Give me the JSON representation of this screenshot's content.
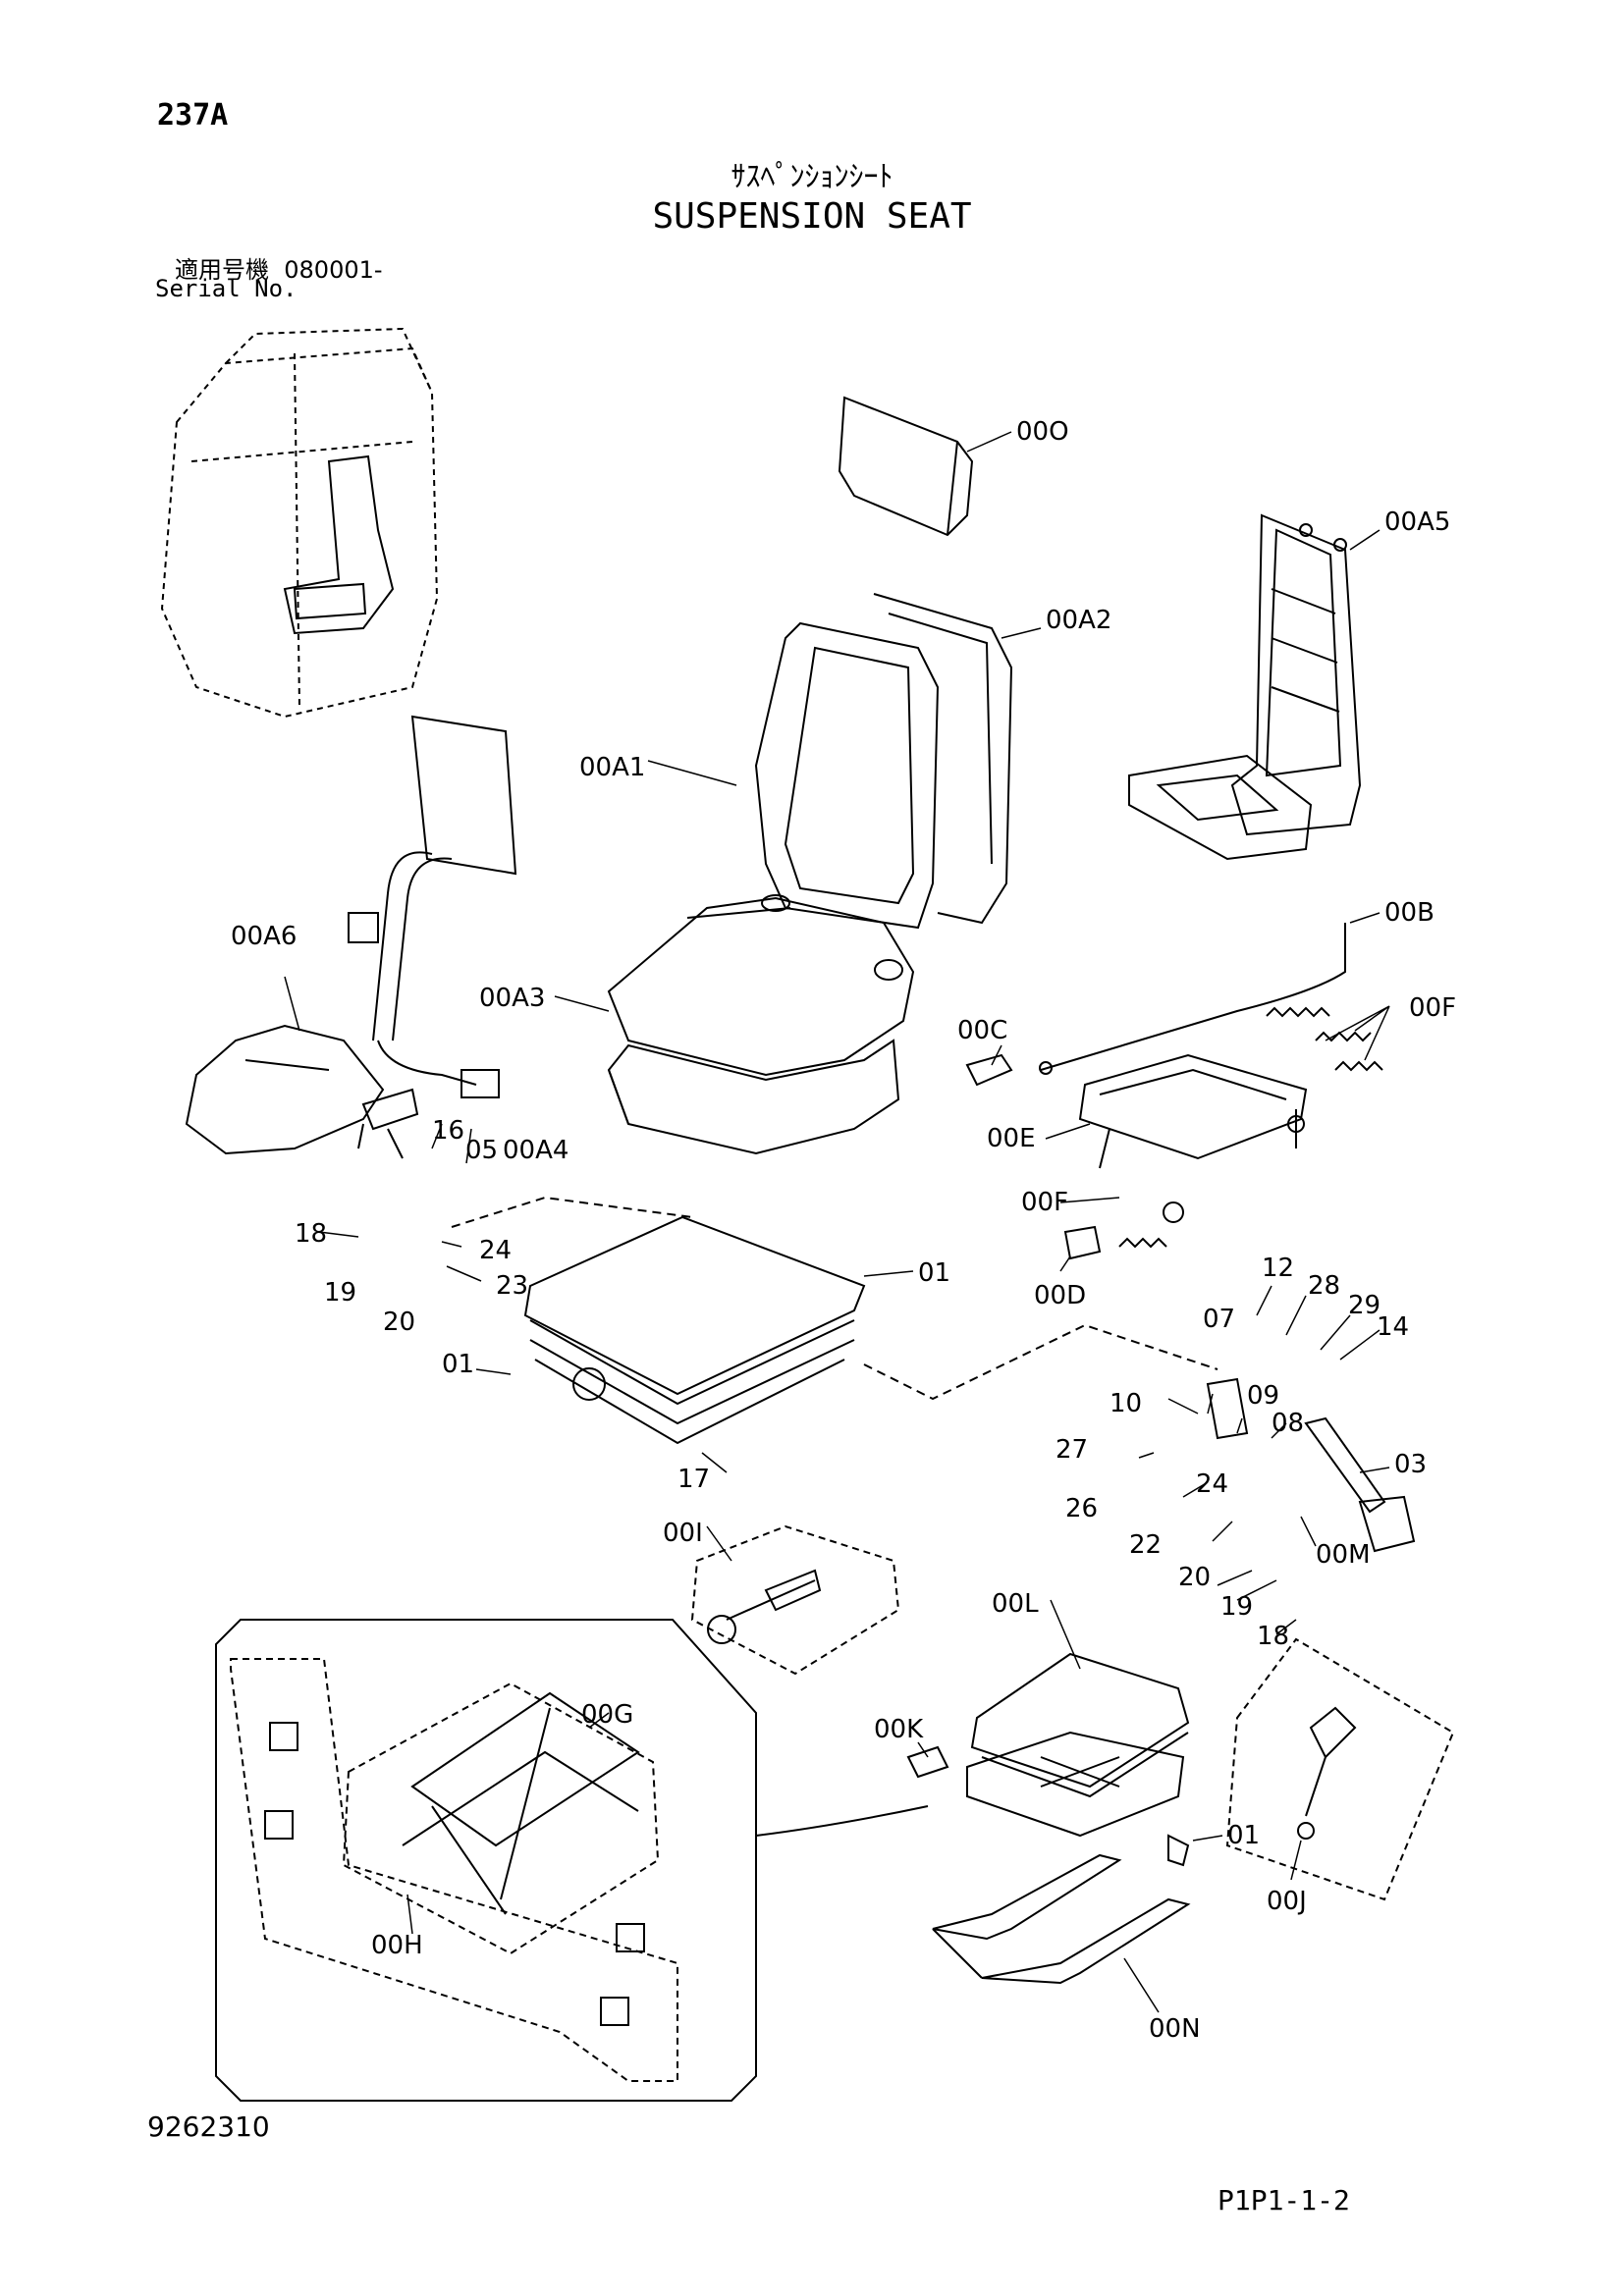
{
  "header": {
    "page_code": "237A",
    "title_jp": "ｻｽﾍﾟﾝｼｮﾝｼｰﾄ",
    "title_en": "SUSPENSION SEAT",
    "serial_jp_label": "適用号機",
    "serial_value": "080001-",
    "serial_en_label": "Serial No."
  },
  "footer": {
    "document_number": "9262310",
    "page_number": "P1P1-1-2"
  },
  "callouts": [
    "00O",
    "00A5",
    "00A2",
    "00A1",
    "00B",
    "00A6",
    "00F",
    "00A3",
    "00C",
    "00E",
    "16",
    "05",
    "00A4",
    "00F",
    "18",
    "24",
    "01",
    "19",
    "23",
    "00D",
    "20",
    "12",
    "28",
    "29",
    "14",
    "07",
    "01",
    "10",
    "09",
    "08",
    "27",
    "24",
    "03",
    "26",
    "22",
    "17",
    "00M",
    "20",
    "19",
    "18",
    "00I",
    "00L",
    "00G",
    "00K",
    "01",
    "00J",
    "00H",
    "00N"
  ]
}
